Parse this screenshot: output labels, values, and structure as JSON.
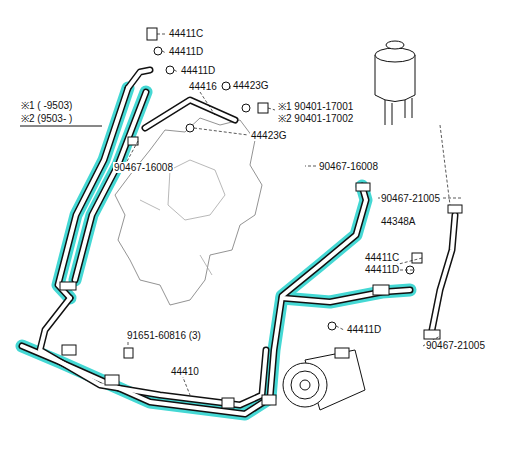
{
  "diagram": {
    "labels": [
      "※1 ( -9503)",
      "※2 (9503- )",
      "44411C",
      "44411D",
      "44411D",
      "44416",
      "44423G",
      "44423G",
      "※1 90401-17001",
      "※2 90401-17002",
      "90467-16008",
      "90467-16008",
      "90467-21005",
      "44348A",
      "44411C",
      "44411D",
      "44411D",
      "91651-60816 (3)",
      "44410",
      "90467-21005"
    ]
  }
}
